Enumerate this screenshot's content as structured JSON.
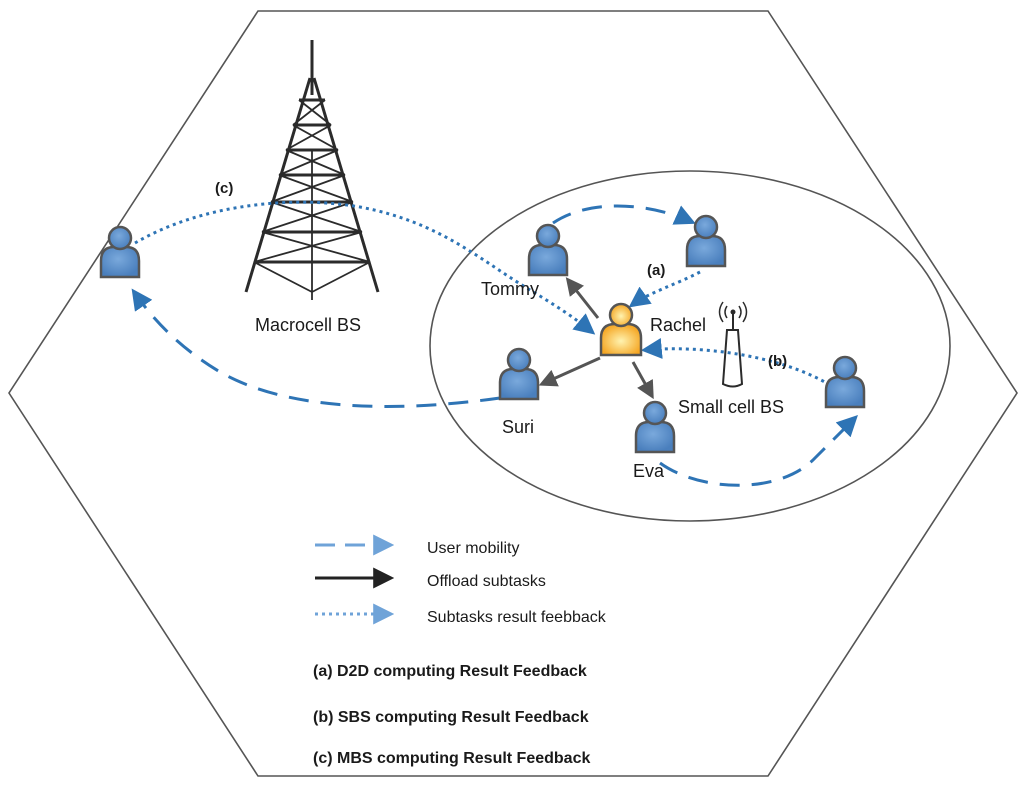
{
  "macrocell_label": "Macrocell BS",
  "small_cell_label": "Small cell BS",
  "users": {
    "tommy": "Tommy",
    "rachel": "Rachel",
    "suri": "Suri",
    "eva": "Eva"
  },
  "link_tags": {
    "a": "(a)",
    "b": "(b)",
    "c": "(c)"
  },
  "legend": {
    "user_mobility": "User mobility",
    "offload": "Offload subtasks",
    "feedback": "Subtasks result feebback"
  },
  "captions": {
    "a": "(a) D2D computing Result Feedback",
    "b": "(b) SBS computing Result Feedback",
    "c": "(c) MBS computing Result Feedback"
  },
  "colors": {
    "user_fill": "#5b8fc9",
    "user_outline": "#555555",
    "rachel_fill": "#f7b733",
    "mobility_arrow": "#2e74b5",
    "offload_arrow": "#555555",
    "feedback_arrow": "#2e74b5"
  },
  "icons": {
    "tower": "macrocell-tower-icon",
    "small_cell": "small-cell-antenna-icon",
    "user": "user-icon"
  }
}
